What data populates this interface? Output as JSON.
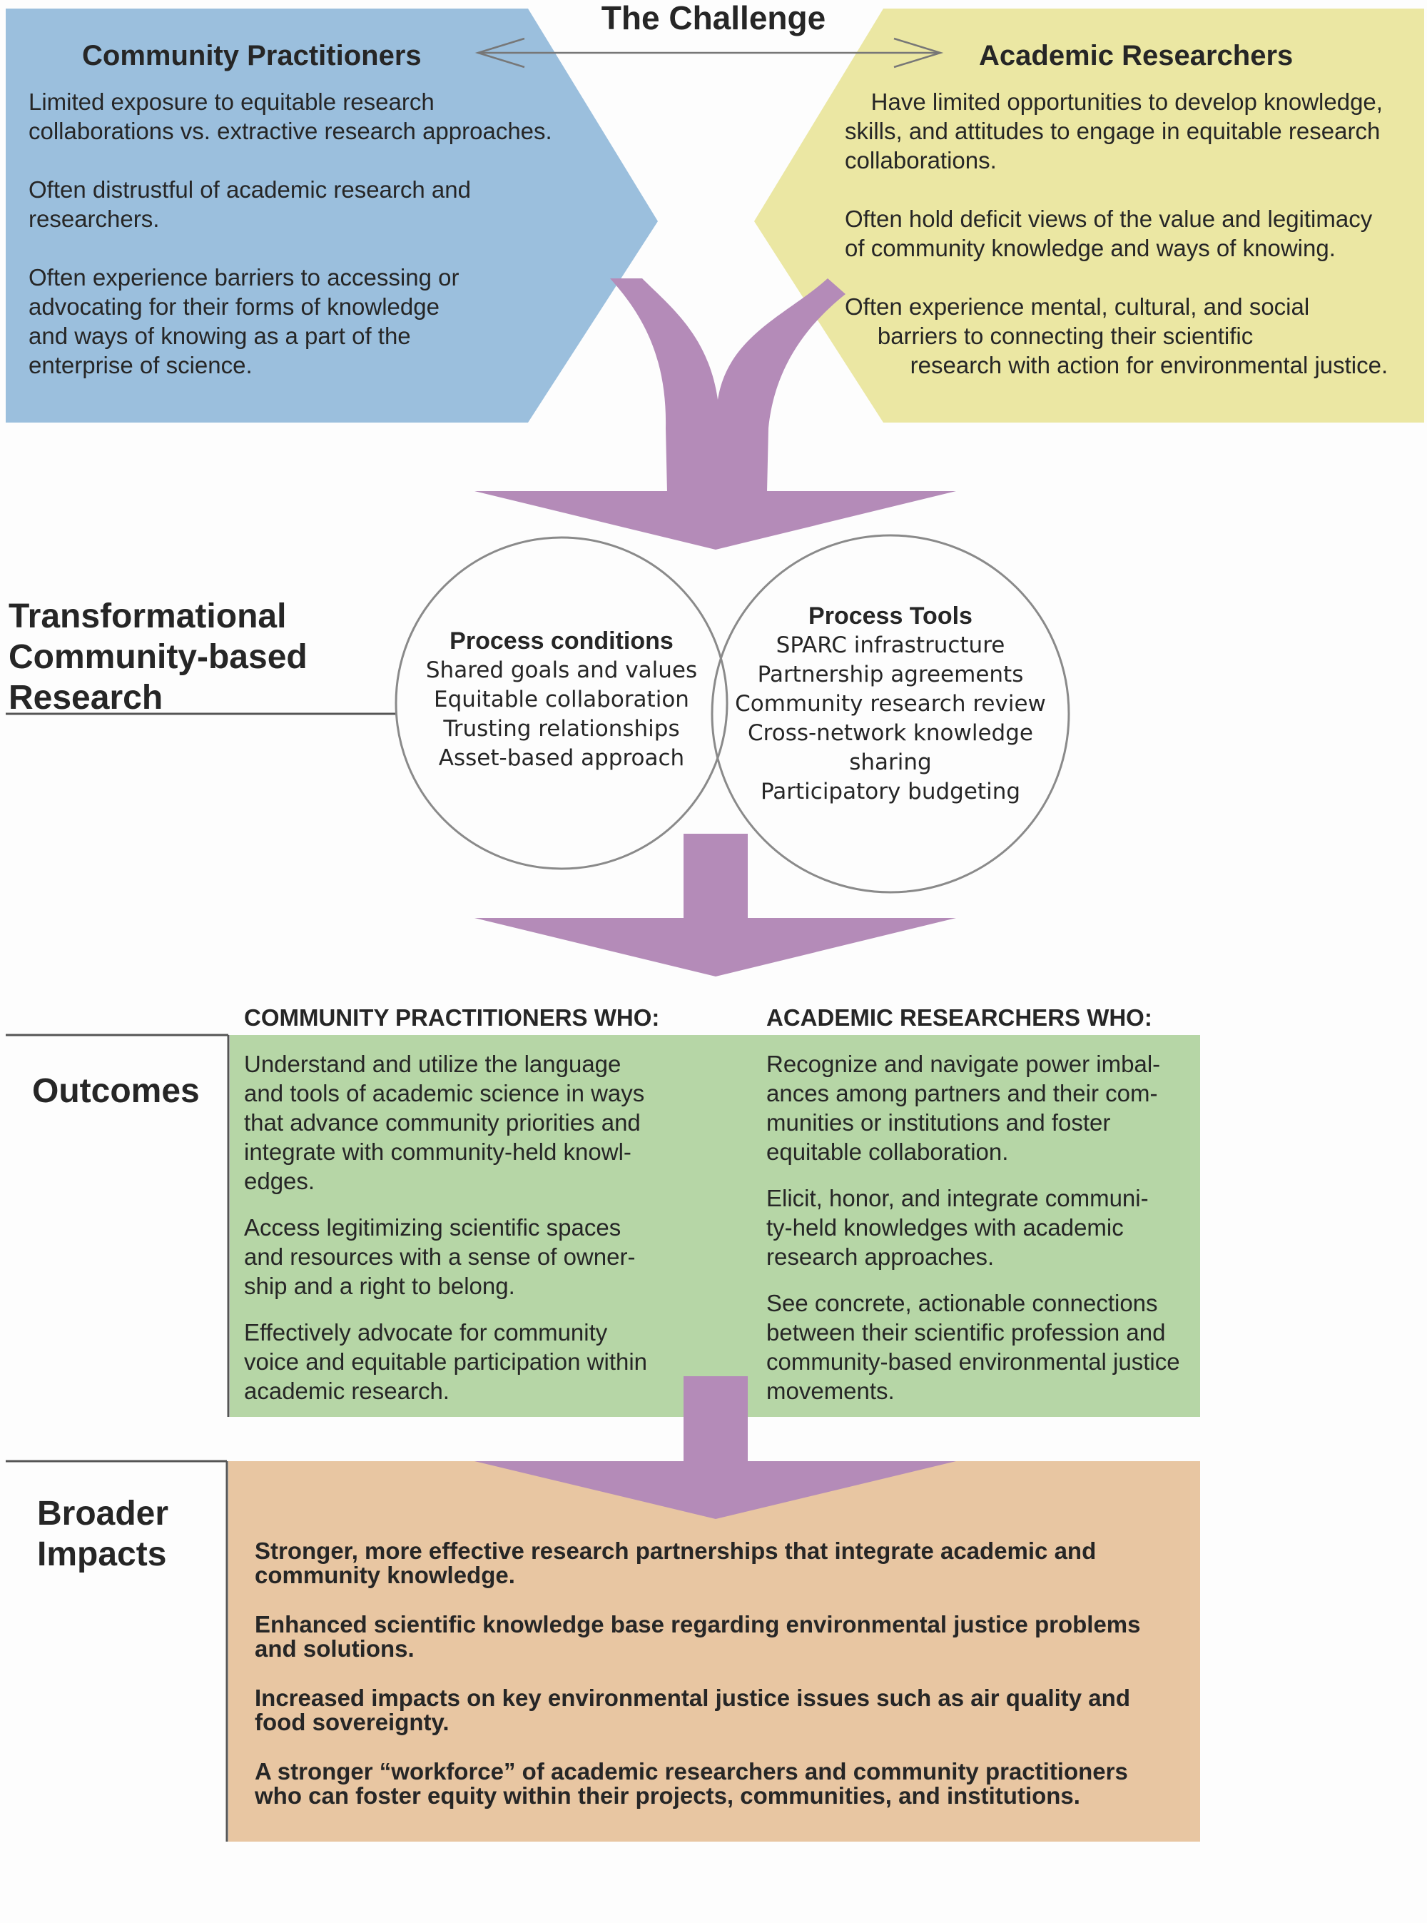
{
  "title": "The Challenge",
  "colors": {
    "community_panel": "#9bbfdd",
    "academic_panel": "#ebe7a3",
    "arrow_purple": "#b48bb8",
    "outcomes_green": "#b6d6a6",
    "impacts_tan": "#e8c6a2",
    "circle_stroke": "#8a8a8a",
    "rule_line": "#555555"
  },
  "community_panel": {
    "heading": "Community Practitioners",
    "paragraphs": [
      "Limited exposure to equitable research\ncollaborations vs. extractive research approaches.",
      "Often distrustful of academic research and\nresearchers.",
      "Often experience barriers to accessing or\nadvocating for their forms of knowledge\nand ways of knowing as a part of the\nenterprise of science."
    ]
  },
  "academic_panel": {
    "heading": "Academic Researchers",
    "paragraphs": [
      "    Have limited opportunities to develop knowledge,\nskills, and attitudes to engage in equitable research\ncollaborations.",
      "Often hold deficit views of the value and legitimacy\nof community knowledge and ways of knowing.",
      "Often experience mental, cultural, and social\n     barriers to connecting their scientific\n          research with action for environmental justice."
    ]
  },
  "tcbr": {
    "label": "Transformational\nCommunity-based\nResearch",
    "conditions": {
      "heading": "Process conditions",
      "items": [
        "Shared goals and values",
        "Equitable collaboration",
        "Trusting relationships",
        "Asset-based approach"
      ]
    },
    "tools": {
      "heading": "Process Tools",
      "items": [
        "SPARC infrastructure",
        "Partnership agreements",
        "Community research review",
        "Cross-network knowledge",
        "sharing",
        "Participatory budgeting"
      ]
    }
  },
  "outcomes": {
    "label": "Outcomes",
    "community": {
      "heading": "COMMUNITY PRACTITIONERS WHO:",
      "paragraphs": [
        "Understand and utilize the language\nand tools of academic science in ways\nthat advance community priorities and\nintegrate with community-held knowl-\nedges.",
        "Access legitimizing scientific spaces\nand resources with a sense of owner-\nship and a right to belong.",
        "Effectively advocate for community\nvoice and equitable participation within\nacademic research."
      ]
    },
    "academic": {
      "heading": "ACADEMIC RESEARCHERS WHO:",
      "paragraphs": [
        "Recognize and navigate power imbal-\nances among partners and their com-\nmunities or institutions and foster\nequitable collaboration.",
        "Elicit, honor, and integrate communi-\nty-held knowledges with academic\nresearch approaches.",
        "See concrete, actionable connections\nbetween their scientific profession and\ncommunity-based environmental justice\nmovements."
      ]
    }
  },
  "impacts": {
    "label": "Broader\nImpacts",
    "items": [
      "Stronger, more effective research partnerships that integrate academic and\ncommunity knowledge.",
      "Enhanced scientific knowledge base regarding environmental justice problems\nand solutions.",
      "Increased impacts on key environmental justice issues such as air quality and\nfood sovereignty.",
      "A stronger “workforce” of academic researchers and community practitioners\nwho can foster equity within their projects, communities, and institutions."
    ]
  }
}
